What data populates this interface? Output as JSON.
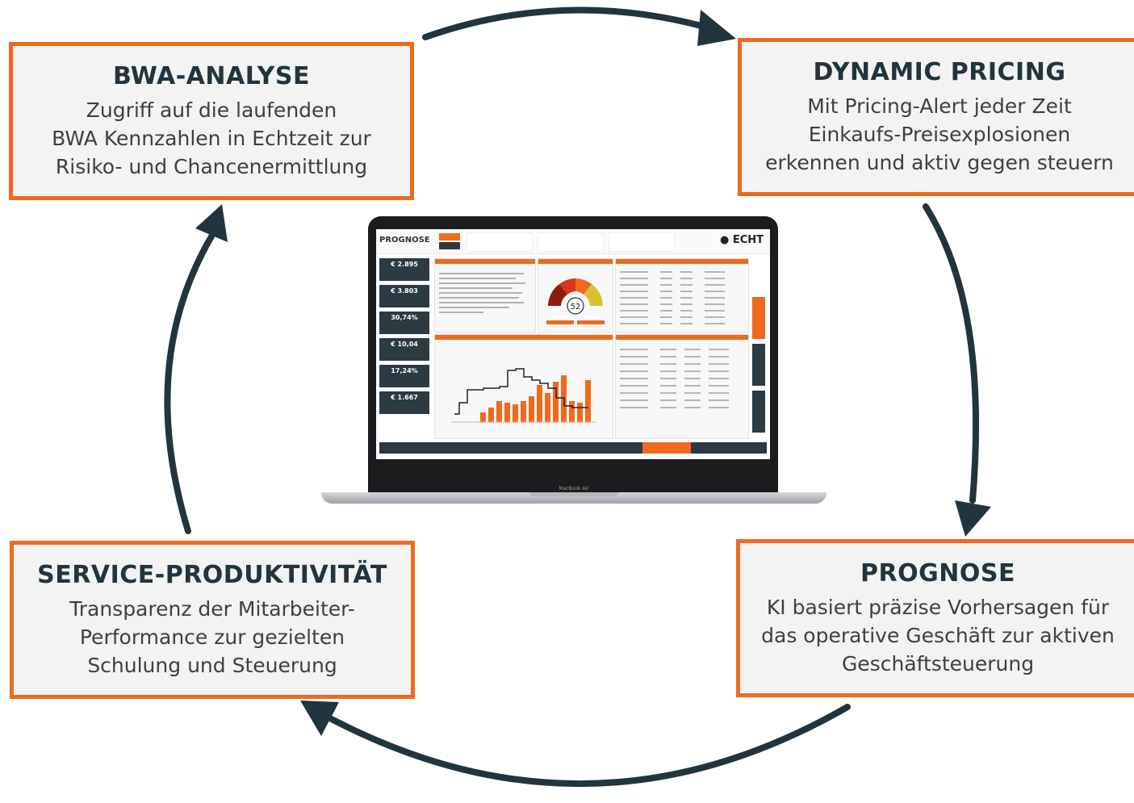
{
  "boxes": {
    "bwa": {
      "title": "BWA-ANALYSE",
      "lines": [
        "Zugriff auf die laufenden",
        "BWA Kennzahlen in Echtzeit zur",
        "Risiko- und Chancenermittlung"
      ]
    },
    "pricing": {
      "title": "DYNAMIC PRICING",
      "lines": [
        "Mit Pricing-Alert jeder Zeit",
        "Einkaufs-Preisexplosionen",
        "erkennen und aktiv gegen steuern"
      ]
    },
    "service": {
      "title": "SERVICE-PRODUKTIVITÄT",
      "lines": [
        "Transparenz der Mitarbeiter-",
        "Performance zur gezielten",
        "Schulung und Steuerung"
      ]
    },
    "prognose": {
      "title": "PROGNOSE",
      "lines": [
        "KI basiert präzise Vorhersagen für",
        "das operative Geschäft zur aktiven",
        "Geschäftsteuerung"
      ]
    }
  },
  "colors": {
    "box_border": "#ef6a1f",
    "box_fill": "#f3f3f3",
    "arrow": "#22343d",
    "title": "#22343d"
  },
  "laptop": {
    "model_label": "MacBook Air",
    "dashboard": {
      "title": "PROGNOSE",
      "logo": "ECHT",
      "gauge_value": "52",
      "kpis": [
        "€ 2.895",
        "€ 3.803",
        "30,74%",
        "€ 10,04",
        "17,24%",
        "€ 1.667"
      ]
    }
  }
}
